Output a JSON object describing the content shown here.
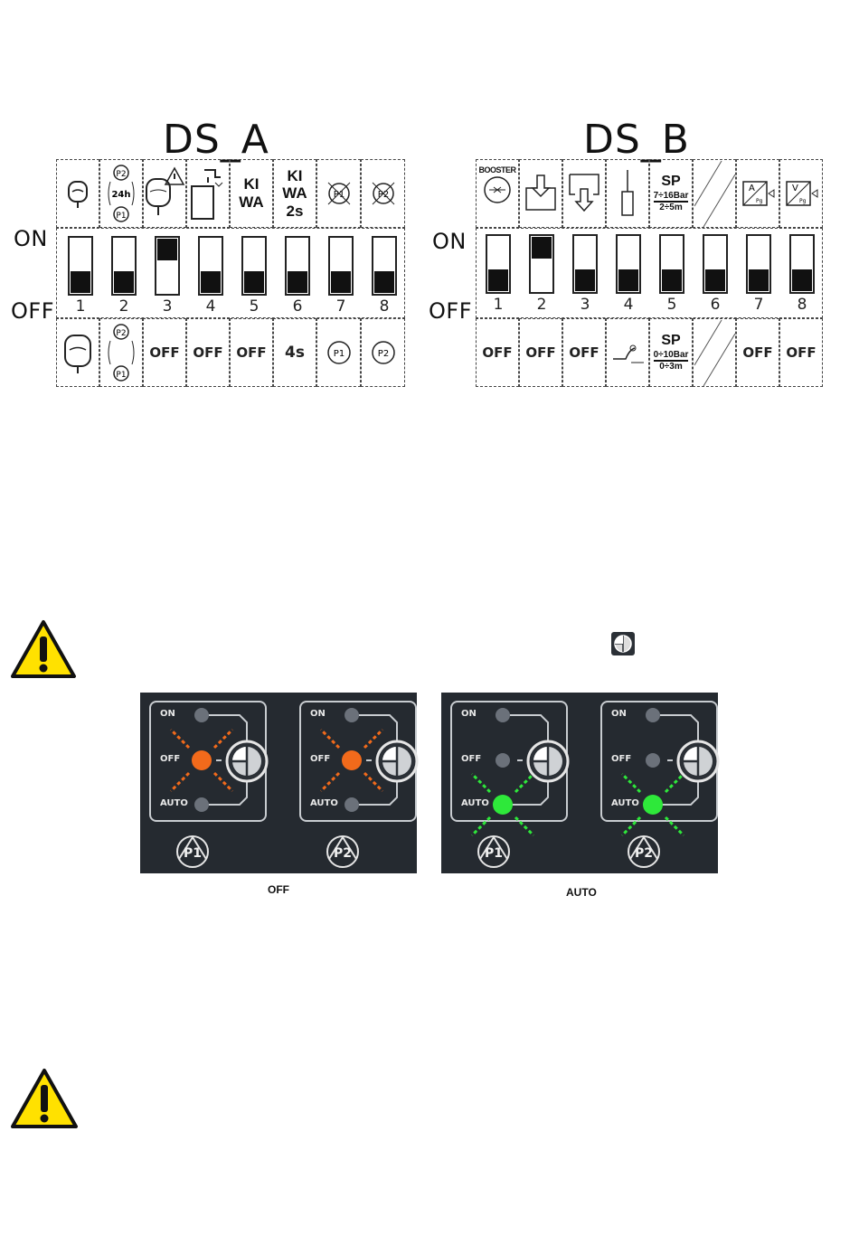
{
  "ds_a": {
    "title": "DS_A",
    "on_label": "ON",
    "off_label": "OFF",
    "top_texts": {
      "c5": [
        "KI",
        "WA"
      ],
      "c6": [
        "KI",
        "WA",
        "2s"
      ]
    },
    "top_icons": [
      "tank-icon",
      "alternation-24h-icon",
      "tank-warning-icon",
      "tap-tank-icon",
      "",
      "",
      "pump-p1-disabled-icon",
      "pump-p2-disabled-icon"
    ],
    "switches": [
      "off",
      "off",
      "on",
      "off",
      "off",
      "off",
      "off",
      "off"
    ],
    "numbers": [
      "1",
      "2",
      "3",
      "4",
      "5",
      "6",
      "7",
      "8"
    ],
    "bottom": [
      "",
      "",
      "OFF",
      "OFF",
      "OFF",
      "4s",
      "P1",
      "P2"
    ],
    "bottom_icons": [
      "tank-icon",
      "alternation-icon",
      "",
      "",
      "",
      "",
      "pump-p1-icon",
      "pump-p2-icon"
    ]
  },
  "ds_b": {
    "title": "DS_B",
    "on_label": "ON",
    "off_label": "OFF",
    "top_booster": "BOOSTER",
    "top_sp": [
      "SP",
      "7÷16Bar",
      "2÷5m"
    ],
    "top_icons": [
      "booster-icon",
      "inlet-arrow-icon",
      "outlet-arrow-icon",
      "float-sensor-icon",
      "",
      "",
      "current-sensor-icon",
      "voltage-sensor-icon"
    ],
    "switches": [
      "off",
      "on",
      "off",
      "off",
      "off",
      "off",
      "off",
      "off"
    ],
    "numbers": [
      "1",
      "2",
      "3",
      "4",
      "5",
      "6",
      "7",
      "8"
    ],
    "bottom": [
      "OFF",
      "OFF",
      "OFF",
      "",
      "",
      "",
      "OFF",
      "OFF"
    ],
    "bottom_sp": [
      "SP",
      "0÷10Bar",
      "0÷3m"
    ],
    "bottom_icons": [
      "",
      "",
      "",
      "float-switch-icon",
      "",
      "",
      "",
      ""
    ]
  },
  "panels": {
    "left": {
      "caption": "OFF",
      "labels": [
        "ON",
        "OFF",
        "AUTO"
      ],
      "pumps": [
        "P1",
        "P2"
      ],
      "active_state": "OFF",
      "active_color": "#f26a1b"
    },
    "right": {
      "caption": "AUTO",
      "labels": [
        "ON",
        "OFF",
        "AUTO"
      ],
      "pumps": [
        "P1",
        "P2"
      ],
      "active_state": "AUTO",
      "active_color": "#2ee83a"
    }
  },
  "colors": {
    "warning_yellow": "#ffe100",
    "panel_bg": "#252a30",
    "led_idle": "#6b717a"
  }
}
